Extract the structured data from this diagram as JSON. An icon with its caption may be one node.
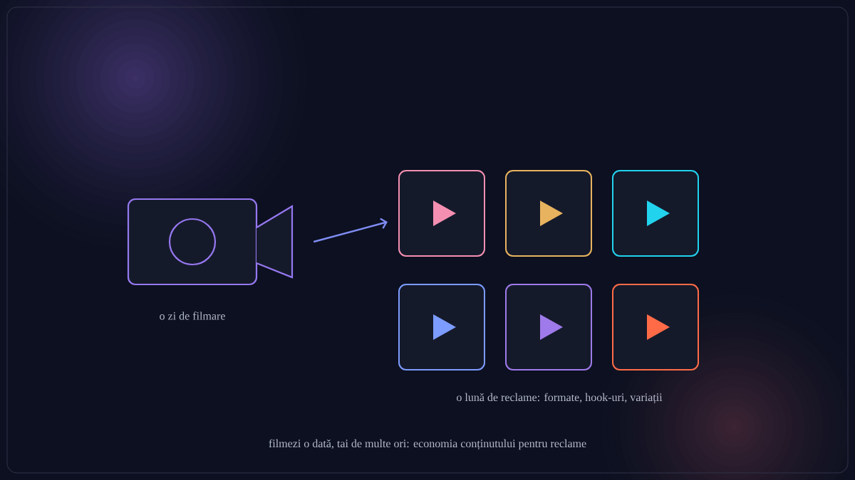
{
  "diagram": {
    "nodes": [
      {
        "text": [],
        "shape": "camera",
        "beside": [
          "o zi de filmare"
        ]
      },
      {
        "text": [],
        "shape": "box"
      },
      {
        "text": [],
        "shape": "box"
      },
      {
        "text": [],
        "shape": "box"
      },
      {
        "text": [],
        "shape": "box"
      },
      {
        "text": [],
        "shape": "box"
      },
      {
        "text": [],
        "shape": "box"
      }
    ],
    "edges": [
      {
        "from": 0,
        "to": 1,
        "arrow": "to"
      }
    ],
    "labels": [
      "o lună de reclame: formate, hook-uri, variații",
      "filmezi o dată, tai de multe ori: economia conținutului pentru reclame"
    ]
  }
}
